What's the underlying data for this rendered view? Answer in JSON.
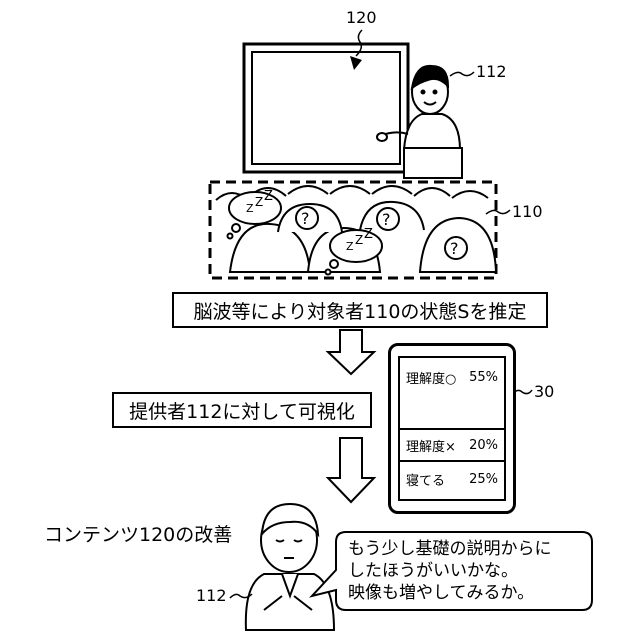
{
  "labels": {
    "ref_screen": "120",
    "ref_presenter": "112",
    "ref_audience": "110",
    "ref_phone": "30",
    "ref_presenter_bottom": "112",
    "step1": "脳波等により対象者110の状態Sを推定",
    "step2": "提供者112に対して可視化",
    "step3": "コンテンツ120の改善"
  },
  "phone": {
    "rows": [
      {
        "label": "理解度○",
        "value": "55%"
      },
      {
        "label": "理解度×",
        "value": "20%"
      },
      {
        "label": "寝てる",
        "value": "25%"
      }
    ]
  },
  "speech": {
    "lines": [
      "もう少し基礎の説明からに",
      "したほうがいいかな。",
      "映像も増やしてみるか。"
    ]
  },
  "audience": {
    "sleep_marks": [
      "Z",
      "Z",
      "Z"
    ],
    "question_mark": "?"
  }
}
